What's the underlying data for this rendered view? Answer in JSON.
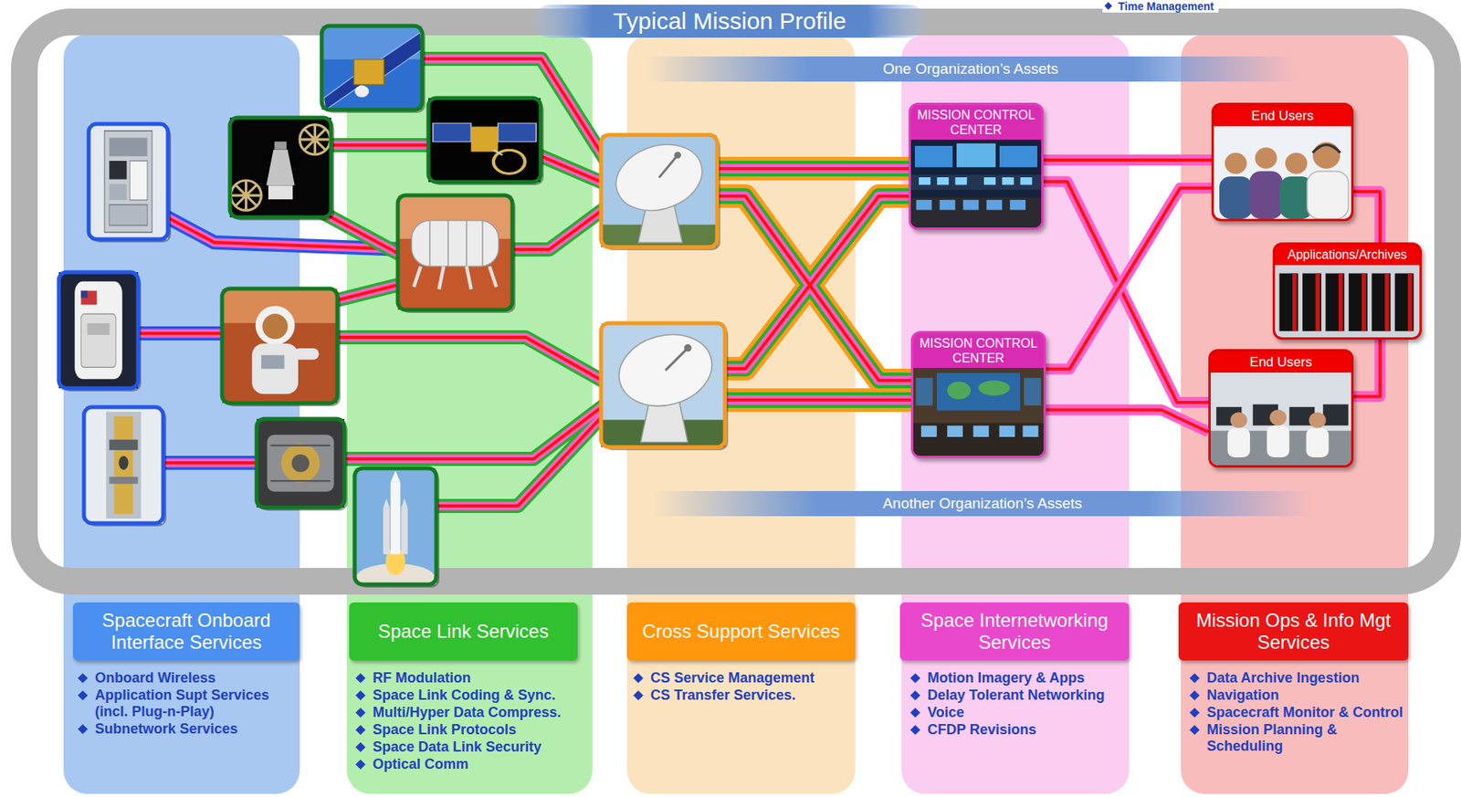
{
  "diagram": {
    "title": "Typical Mission Profile",
    "nodes": [
      {
        "text": [
          "One Organization’s Assets"
        ]
      },
      {
        "text": [
          "MISSION CONTROL CENTER"
        ]
      },
      {
        "text": [
          "End Users"
        ]
      },
      {
        "text": [
          "Applications/Archives"
        ]
      },
      {
        "text": [
          "MISSION CONTROL CENTER"
        ]
      },
      {
        "text": [
          "End Users"
        ]
      },
      {
        "text": [
          "Another Organization’s Assets"
        ]
      },
      {
        "text": [
          "Spacecraft Onboard Interface Services"
        ]
      },
      {
        "text": [
          "Space Link Services"
        ]
      },
      {
        "text": [
          "Cross Support Services"
        ]
      },
      {
        "text": [
          "Space Internetworking Services"
        ]
      },
      {
        "text": [
          "Mission Ops & Info Mgt Services"
        ]
      }
    ],
    "edges": [
      {
        "from": 1,
        "to": 2,
        "arrow": "none"
      },
      {
        "from": 1,
        "to": 5,
        "arrow": "none"
      },
      {
        "from": 4,
        "to": 2,
        "arrow": "none"
      },
      {
        "from": 4,
        "to": 5,
        "arrow": "none"
      },
      {
        "from": 2,
        "to": 3,
        "arrow": "none"
      },
      {
        "from": 3,
        "to": 5,
        "arrow": "none"
      }
    ],
    "labels": [
      "Time Management",
      "Onboard Wireless",
      "Application Supt Services (incl. Plug-n-Play)",
      "Subnetwork Services",
      "RF Modulation",
      "Space Link Coding & Sync.",
      "Multi/Hyper Data Compress.",
      "Space Link Protocols",
      "Space Data Link Security",
      "Optical Comm",
      "CS Service Management",
      "CS Transfer Services.",
      "Motion Imagery & Apps",
      "Delay Tolerant Networking",
      "Voice",
      "CFDP Revisions",
      "Data Archive Ingestion",
      "Navigation",
      "Spacecraft Monitor & Control",
      "Mission Planning & Scheduling"
    ]
  }
}
